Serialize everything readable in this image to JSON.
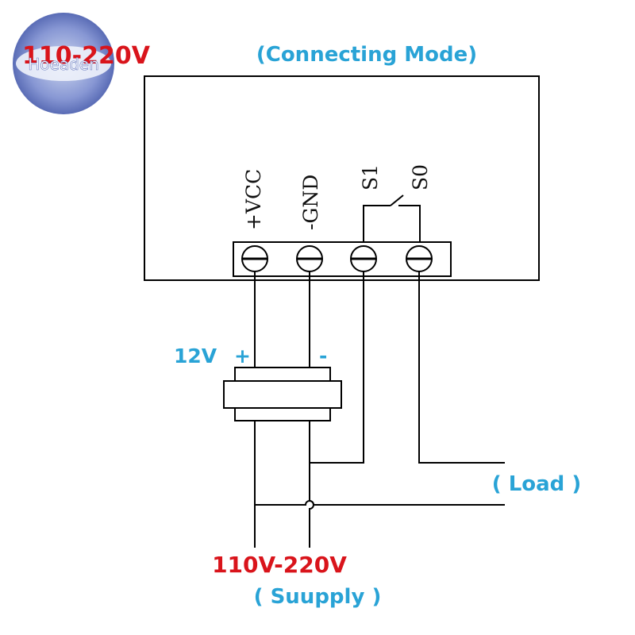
{
  "watermark": {
    "brand": "Hoeaden",
    "voltage": "110-220V"
  },
  "title": "(Connecting Mode)",
  "terminals": [
    "+VCC",
    "-GND",
    "S1",
    "S0"
  ],
  "power_supply": {
    "voltage": "12V",
    "plus": "+",
    "minus": "-"
  },
  "load_label": "( Load )",
  "supply_voltage": "110V-220V",
  "supply_label": "( Suupply )",
  "colors": {
    "blue": "#29a3d6",
    "red": "#d9141b",
    "line": "#000000"
  }
}
